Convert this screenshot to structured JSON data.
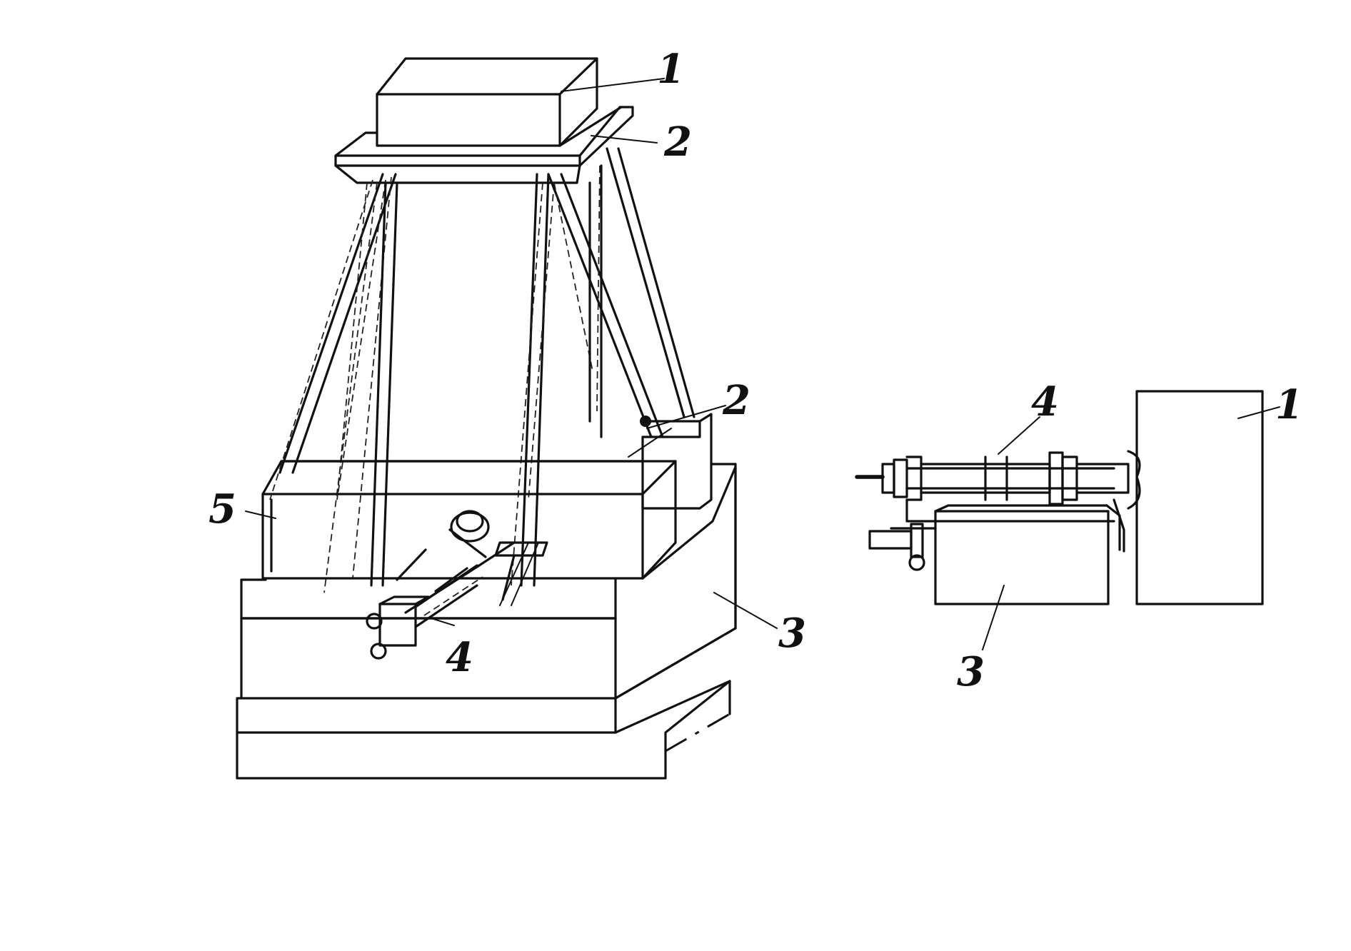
{
  "figure": {
    "perspective_view": {
      "labels": {
        "one": "1",
        "two_top": "2",
        "two_mid": "2",
        "three": "3",
        "four": "4",
        "five": "5"
      }
    },
    "side_view": {
      "labels": {
        "one": "1",
        "three": "3",
        "four": "4"
      }
    }
  },
  "colors": {
    "ink": "#111111",
    "paper": "#ffffff"
  }
}
